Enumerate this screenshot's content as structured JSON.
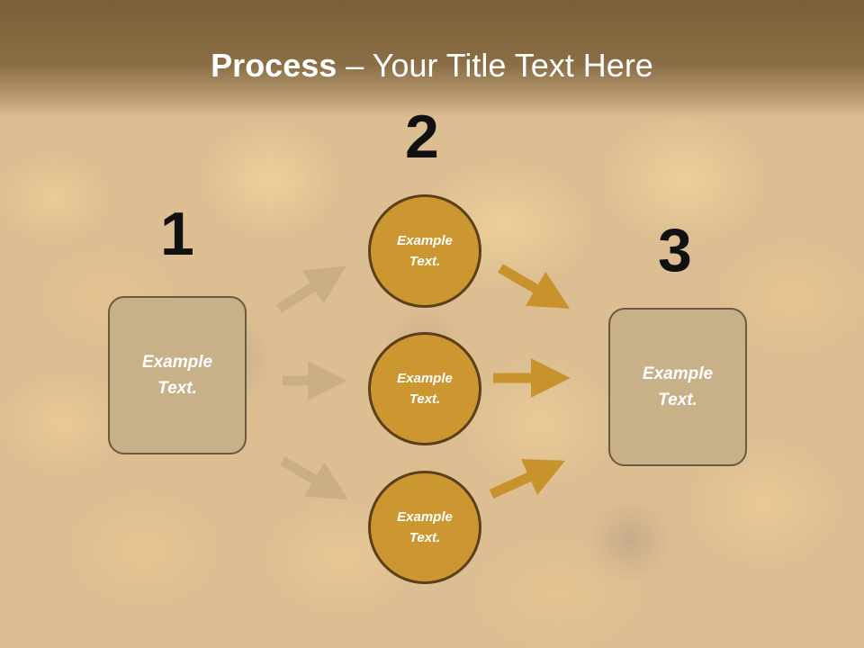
{
  "slide": {
    "title_bold": "Process",
    "title_rest": " – Your Title Text Here",
    "step_numbers": [
      "1",
      "2",
      "3"
    ],
    "left_box": "Example Text.",
    "right_box": "Example Text.",
    "circles": [
      "Example Text.",
      "Example Text.",
      "Example Text."
    ]
  },
  "colors": {
    "title_bar": "#7a6038",
    "box_fill": "#c8b088",
    "circle_fill": "#cc9730",
    "arrow_in": "#c9ae86",
    "arrow_out": "#c8922c"
  }
}
